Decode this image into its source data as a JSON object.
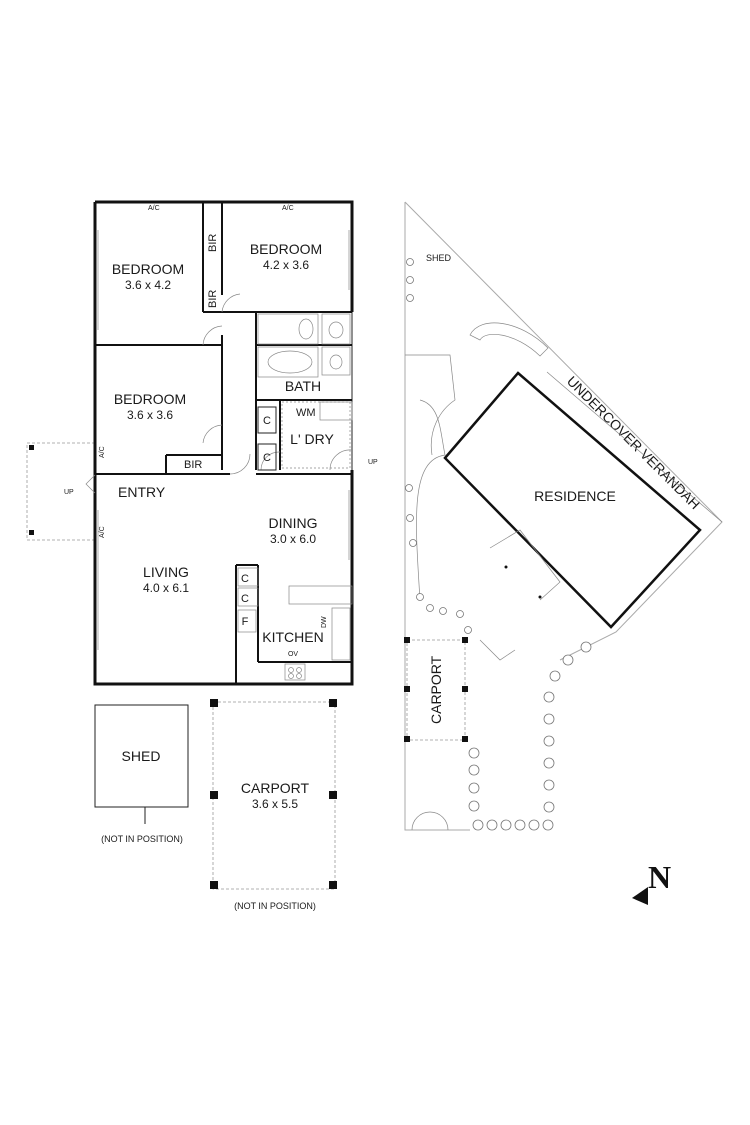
{
  "floorplan": {
    "rooms": {
      "bedroom1": {
        "name": "BEDROOM",
        "size": "3.6 x 4.2"
      },
      "bedroom2": {
        "name": "BEDROOM",
        "size": "4.2 x 3.6"
      },
      "bedroom3": {
        "name": "BEDROOM",
        "size": "3.6 x 3.6"
      },
      "bath": {
        "name": "BATH"
      },
      "laundry": {
        "name": "L' DRY"
      },
      "entry": {
        "name": "ENTRY"
      },
      "dining": {
        "name": "DINING",
        "size": "3.0 x 6.0"
      },
      "living": {
        "name": "LIVING",
        "size": "4.0 x 6.1"
      },
      "kitchen": {
        "name": "KITCHEN"
      }
    },
    "labels": {
      "ac": "A/C",
      "bir": "BIR",
      "wm": "WM",
      "c": "C",
      "f": "F",
      "dw": "DW",
      "ov": "OV",
      "up": "UP"
    },
    "shed": {
      "name": "SHED",
      "note": "(NOT IN POSITION)"
    },
    "carport": {
      "name": "CARPORT",
      "size": "3.6 x 5.5",
      "note": "(NOT IN POSITION)"
    }
  },
  "siteplan": {
    "shed": "SHED",
    "residence": "RESIDENCE",
    "verandah": "UNDERCOVER VERANDAH",
    "carport": "CARPORT"
  },
  "compass": {
    "label": "N"
  }
}
